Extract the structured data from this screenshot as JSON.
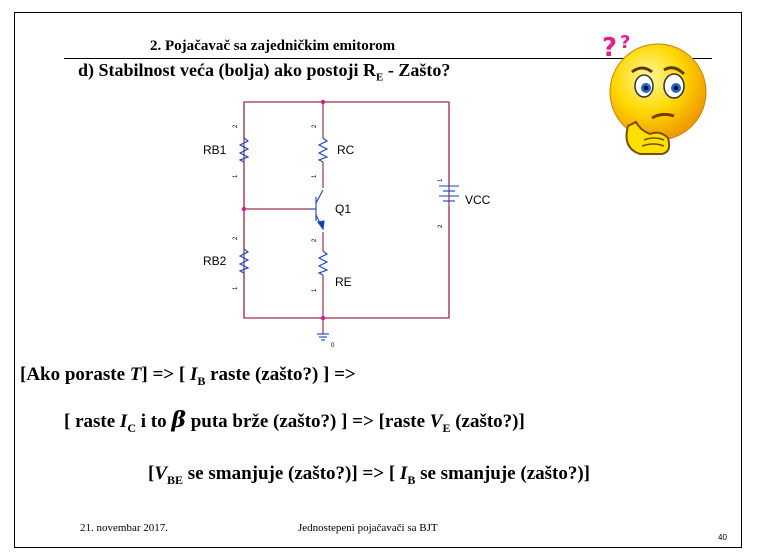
{
  "title": "2. Pojačavač sa zajedničkim emitorom",
  "subtitle": {
    "prefix": "d) Stabilnost veća (bolja) ako postoji R",
    "sub": "E",
    "suffix": " - Zašto?"
  },
  "circuit": {
    "rb1": "RB1",
    "rc": "RC",
    "q1": "Q1",
    "vcc": "VCC",
    "rb2": "RB2",
    "re": "RE",
    "pin1": "1",
    "pin2": "2",
    "ground": "0"
  },
  "line1": {
    "a": "[Ako poraste ",
    "T": "T",
    "b": "] => [ ",
    "I": "I",
    "sub": "B",
    "c": " raste (zašto?) ] =>"
  },
  "line2": {
    "a": "[ raste ",
    "I": "I",
    "sub1": "C",
    "b": " i to ",
    "beta": "β",
    "c": " puta brže (zašto?) ] => [raste ",
    "V": "V",
    "sub2": "E",
    "d": " (zašto?)]"
  },
  "line3": {
    "a": "[",
    "V": "V",
    "sub1": "BE",
    "b": "  se smanjuje (zašto?)] => [ ",
    "I": "I",
    "sub2": "B",
    "c": " se smanjuje (zašto?)]"
  },
  "footer": {
    "date": "21. novembar 2017.",
    "course": "Jednostepeni pojačavači sa BJT",
    "page": "40"
  }
}
